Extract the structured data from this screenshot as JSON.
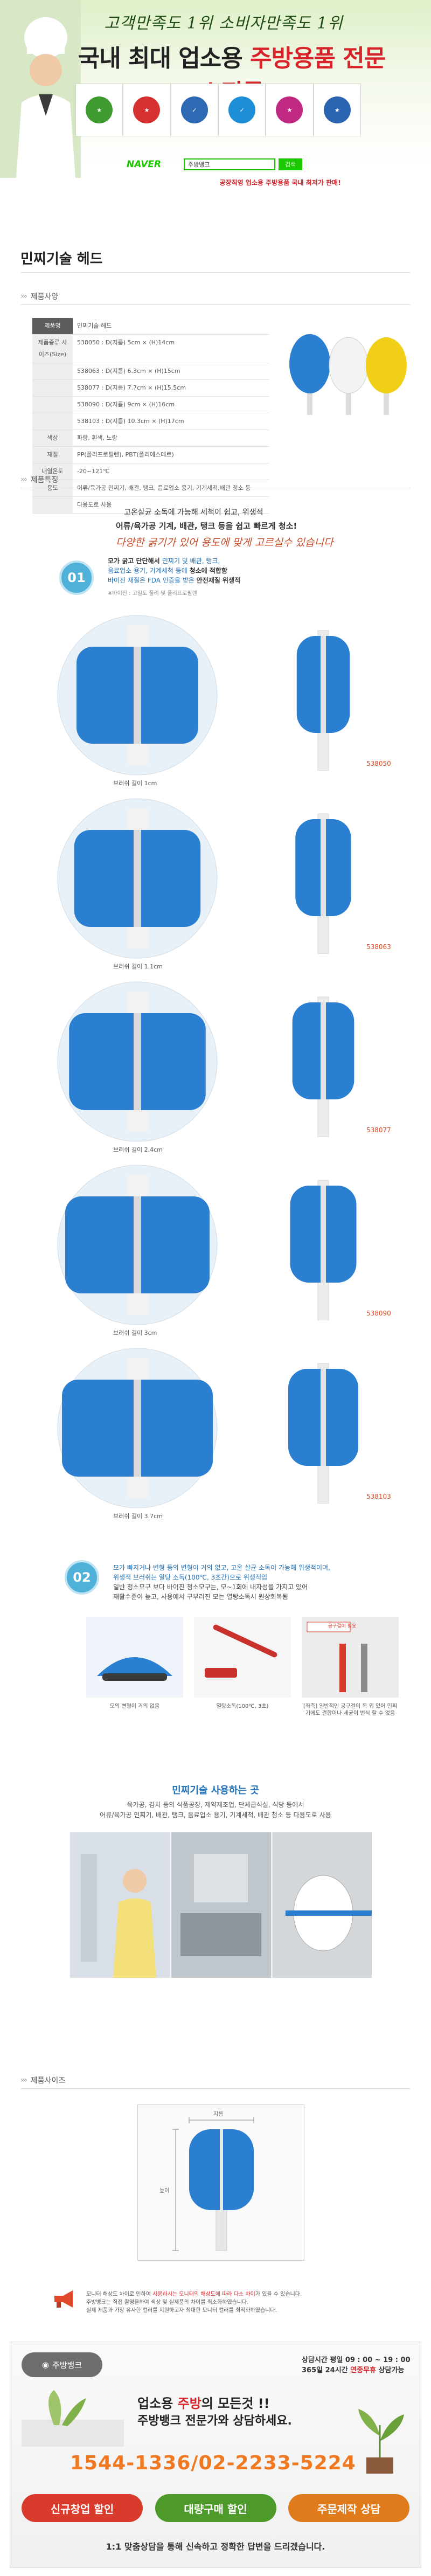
{
  "header": {
    "slogan": "고객만족도 1위 소비자만족도 1위",
    "title_prefix": "국내 최대 업소용 ",
    "title_highlight": "주방용품 전문 쇼핑몰",
    "badges": [
      {
        "label": "",
        "color": "#3f9a2f"
      },
      {
        "label": "",
        "color": "#d63131"
      },
      {
        "label": "",
        "color": "#2d6ab3"
      },
      {
        "label": "",
        "color": "#1e8fd6"
      },
      {
        "label": "",
        "color": "#c12a82"
      },
      {
        "label": "",
        "color": "#2a63b0"
      }
    ],
    "search": {
      "engine": "NAVER",
      "value": "주방뱅크",
      "button": "검색"
    },
    "subtitle": "공장직영 업소용 주방용품 국내 최저가 판매!"
  },
  "page": {
    "title": "민찌기술 헤드"
  },
  "sections": {
    "spec": "제품사양",
    "feature": "제품특징",
    "size": "제품사이즈"
  },
  "spec_table": [
    {
      "key": "제품명",
      "value": "민찌기술 헤드"
    },
    {
      "key": "제품종류\n사이즈(Size)",
      "value": "538050 : D(지름) 5cm × (H)14cm"
    },
    {
      "key": "",
      "value": "538063 : D(지름) 6.3cm × (H)15cm"
    },
    {
      "key": "",
      "value": "538077 : D(지름) 7.7cm × (H)15.5cm"
    },
    {
      "key": "",
      "value": "538090 : D(지름) 9cm × (H)16cm"
    },
    {
      "key": "",
      "value": "538103 : D(지름) 10.3cm × (H)17cm"
    },
    {
      "key": "색상",
      "value": "파랑, 흰색, 노랑"
    },
    {
      "key": "재질",
      "value": "PP(폴리프로필렌), PBT(폴리에스테르)"
    },
    {
      "key": "내열온도",
      "value": "-20~121℃"
    },
    {
      "key": "용도",
      "value": "어류/육가공 민찌기, 배관, 탱크, 음료업소 용기, 기계세척,배관 청소 등"
    },
    {
      "key": "",
      "value": "다용도로 사용"
    }
  ],
  "feature1": {
    "line1": "고온살균 소독에 가능해 세척이 쉽고, 위생적",
    "line2": "어류/육가공 기계, 배관, 탱크 등을 쉽고 빠르게 청소!",
    "line3": "다양한 굵기가 있어 용도에 맞게 고르실수 있습니다",
    "number": "01",
    "bullets": [
      {
        "pre": "모가 굵고 단단해서 ",
        "blue": "민찌기 및 배관, 탱크,",
        "post": ""
      },
      {
        "pre": "",
        "blue": "음료업소 용기, 기계세척 등에 ",
        "post": "청소에 적합함"
      },
      {
        "pre": "",
        "blue": "바이진 재질은 FDA 인증을 받은 ",
        "post": "안전재질 위생적"
      }
    ],
    "note": "※바이진 : 고밀도 폴리 및 폴리프로필렌"
  },
  "brushes": [
    {
      "caption": "브러쉬 길이 1cm",
      "code": "538050"
    },
    {
      "caption": "브러쉬 길이 1.1cm",
      "code": "538063"
    },
    {
      "caption": "브러쉬 길이 2.4cm",
      "code": "538077"
    },
    {
      "caption": "브러쉬 길이 3cm",
      "code": "538090"
    },
    {
      "caption": "브러쉬 길이 3.7cm",
      "code": "538103"
    }
  ],
  "feature2": {
    "number": "02",
    "line1": "모가 빠지거나 변형 등의 변형이 거의 없고, 고온 살균 소독이 가능해 위생적이며,",
    "line2": "위생적 브러쉬는 열탕 소독(100℃, 3초간)으로 위생적임",
    "line3": "일반 청소모구 보다 바이진 청소모구는, 모~1회에 내자성을 가지고 있어",
    "line4": "재활수준이 높고, 사용에서 구부러진 모는 열탕소독시 원상회복됨",
    "photos": [
      {
        "caption": "모의 변형이 거의 없음"
      },
      {
        "caption": "열탕소독(100℃, 3초)"
      },
      {
        "caption": "[좌측] 일반적인 공구걸이 목 위 있어 민찌기에도 결합이나 세균이 번식 할 수 없음"
      }
    ],
    "tag": "공구걸이 필요"
  },
  "usage": {
    "title": "민찌기술 사용하는 곳",
    "text1": "육가공, 김치 등의 식품공장, 제약제조업, 단체급식실, 식당 등에서",
    "text2": "어류/육가공 민찌기, 배관, 탱크, 음료업소 용기, 기계세척, 배관 청소 등 다용도로 사용"
  },
  "size_fig": {
    "width_label": "지름",
    "height_label": "높이"
  },
  "notice": {
    "line1_pre": "모니터 해상도 차이로 인하여 ",
    "line1_red": "사용하시는 모니터의 해상도에 따라 다소 차이",
    "line1_post": "가 있을 수 있습니다.",
    "line2": "주방뱅크는 직접 촬영을하여 색상 및 실제품의 차이를 최소화하였습니다.",
    "line3": "실제 제품과 가장 유사한 컬러를 지원하고자 최대한 모니터 컬러를 최적화하였습니다."
  },
  "footer": {
    "logo": "주방뱅크",
    "hours1_pre": "상담시간 평일 ",
    "hours1": "09 : 00 ~ 19 : 00",
    "hours2_pre": "365일 24시간 ",
    "hours2_red": "연중무휴",
    "hours2_post": " 상담가능",
    "line1_pre": "업소용 ",
    "line1_red": "주방",
    "line1_post": "의 모든것 !!",
    "line2": "주방뱅크 전문가와 상담하세요.",
    "line3": "",
    "phone": "1544-1336/02-2233-5224",
    "buttons": [
      {
        "label": "신규창업 할인",
        "color": "#d83a2b"
      },
      {
        "label": "대량구매 할인",
        "color": "#4d9a2b"
      },
      {
        "label": "주문제작 상담",
        "color": "#e07b1c"
      }
    ],
    "bottom": "1:1 맞춤상담을 통해 신속하고 정확한 답변을 드리겠습니다."
  },
  "colors": {
    "accent": "#d8232a",
    "blue": "#1f6fb7",
    "naver": "#1ec800",
    "brush": "#2a7fd0",
    "orange": "#f07820"
  }
}
